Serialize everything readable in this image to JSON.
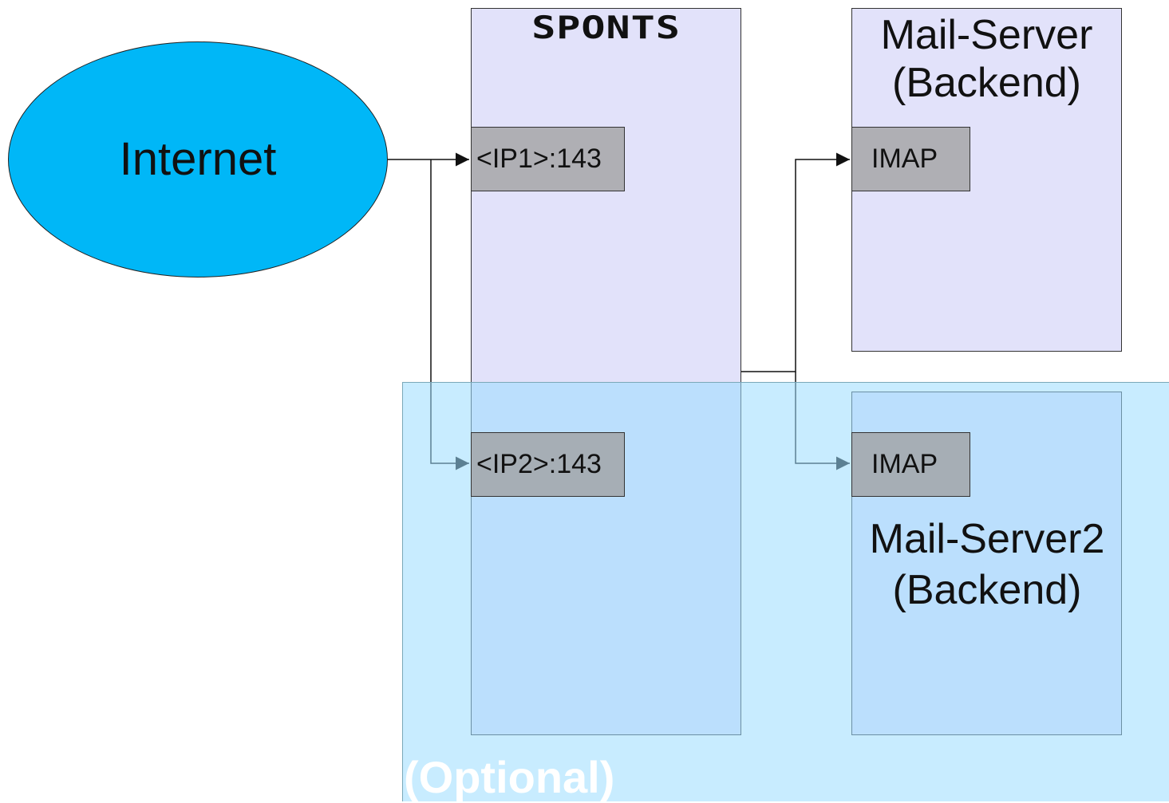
{
  "internet": {
    "label": "Internet"
  },
  "sponts": {
    "title": "SPONTS",
    "ports": [
      {
        "label": "<IP1>:143"
      },
      {
        "label": "<IP2>:143"
      }
    ]
  },
  "mail_server_1": {
    "title_line1": "Mail-Server",
    "title_line2": "(Backend)",
    "port": "IMAP"
  },
  "mail_server_2": {
    "title_line1": "Mail-Server2",
    "title_line2": "(Backend)",
    "port": "IMAP"
  },
  "optional": {
    "label": "(Optional)"
  },
  "colors": {
    "internet_fill": "#00b7f7",
    "server_fill": "#e2e2fa",
    "port_fill": "#a0a0a0",
    "optional_fill": "#9bdcff"
  }
}
